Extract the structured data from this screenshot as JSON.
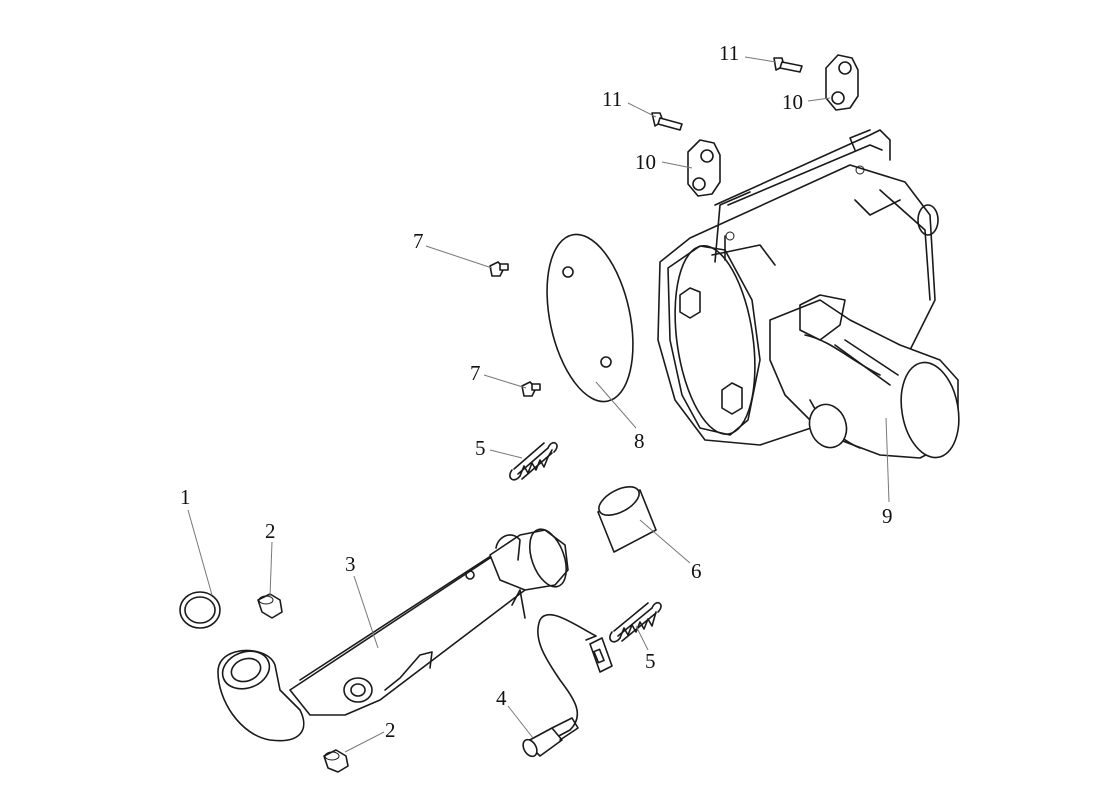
{
  "callouts": [
    {
      "id": "1",
      "label": "1"
    },
    {
      "id": "2a",
      "label": "2"
    },
    {
      "id": "2b",
      "label": "2"
    },
    {
      "id": "3",
      "label": "3"
    },
    {
      "id": "4",
      "label": "4"
    },
    {
      "id": "5a",
      "label": "5"
    },
    {
      "id": "5b",
      "label": "5"
    },
    {
      "id": "6",
      "label": "6"
    },
    {
      "id": "7a",
      "label": "7"
    },
    {
      "id": "7b",
      "label": "7"
    },
    {
      "id": "8",
      "label": "8"
    },
    {
      "id": "9",
      "label": "9"
    },
    {
      "id": "10a",
      "label": "10"
    },
    {
      "id": "10b",
      "label": "10"
    },
    {
      "id": "11a",
      "label": "11"
    },
    {
      "id": "11b",
      "label": "11"
    }
  ]
}
